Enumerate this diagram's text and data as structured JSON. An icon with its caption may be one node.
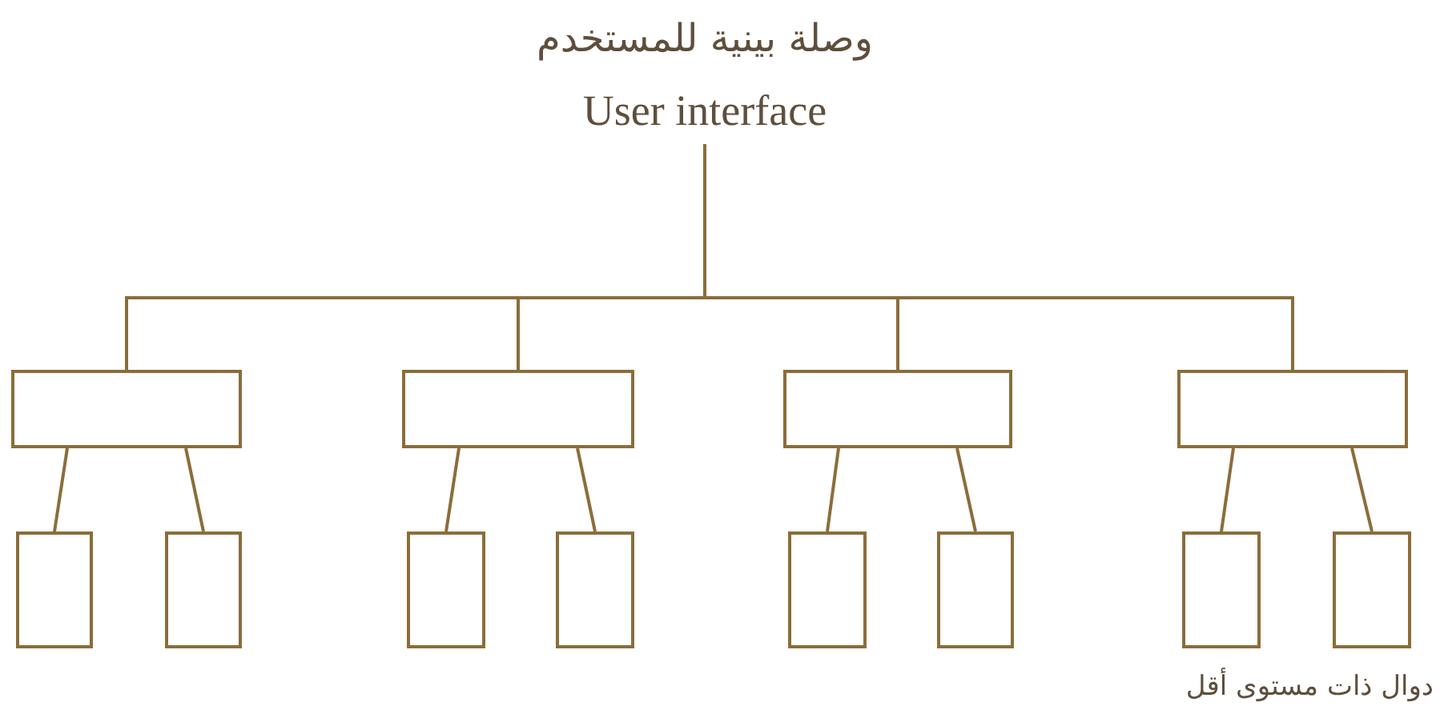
{
  "diagram": {
    "nodes": [
      {
        "text": [
          "وصلة بينية للمستخدم",
          "User interface"
        ]
      },
      {
        "text": [],
        "shape": "box"
      },
      {
        "text": [],
        "shape": "box"
      },
      {
        "text": [],
        "shape": "box"
      },
      {
        "text": [],
        "shape": "box"
      },
      {
        "text": [],
        "shape": "box"
      },
      {
        "text": [],
        "shape": "box"
      },
      {
        "text": [],
        "shape": "box"
      },
      {
        "text": [],
        "shape": "box"
      },
      {
        "text": [],
        "shape": "box"
      },
      {
        "text": [],
        "shape": "box"
      },
      {
        "text": [],
        "shape": "box"
      },
      {
        "text": [],
        "shape": "box"
      }
    ],
    "edges": [
      {
        "from": 0,
        "to": 1,
        "arrow": "none"
      },
      {
        "from": 0,
        "to": 2,
        "arrow": "none"
      },
      {
        "from": 0,
        "to": 3,
        "arrow": "none"
      },
      {
        "from": 0,
        "to": 4,
        "arrow": "none"
      },
      {
        "from": 1,
        "to": 5,
        "arrow": "none"
      },
      {
        "from": 1,
        "to": 6,
        "arrow": "none"
      },
      {
        "from": 2,
        "to": 7,
        "arrow": "none"
      },
      {
        "from": 2,
        "to": 8,
        "arrow": "none"
      },
      {
        "from": 3,
        "to": 9,
        "arrow": "none"
      },
      {
        "from": 3,
        "to": 10,
        "arrow": "none"
      },
      {
        "from": 4,
        "to": 11,
        "arrow": "none"
      },
      {
        "from": 4,
        "to": 12,
        "arrow": "none"
      }
    ],
    "labels": [
      "دوال ذات مستوى أقل"
    ]
  }
}
